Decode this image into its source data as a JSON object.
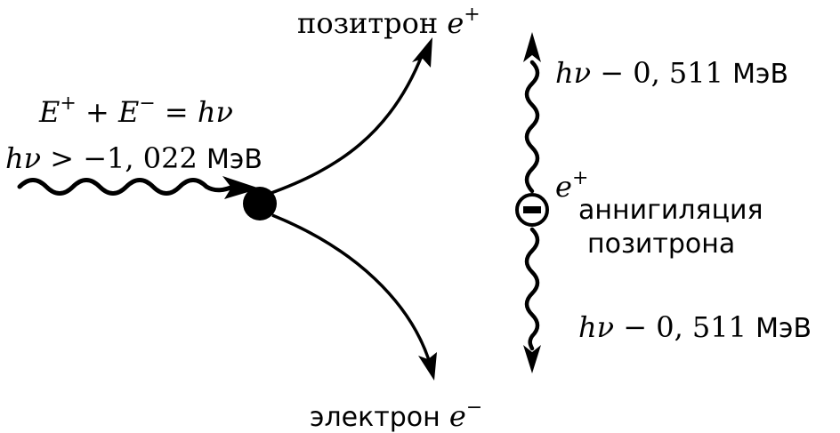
{
  "labels": {
    "positron": {
      "word": "позитрон",
      "symbol": "e",
      "charge": "+"
    },
    "electron": {
      "word": "электрон",
      "symbol": "e",
      "charge": "−"
    },
    "energy_sum": {
      "e1": "E",
      "c1": "+",
      "op1": "+",
      "e2": "E",
      "c2": "−",
      "eq": "=",
      "hnu": "hν"
    },
    "threshold": {
      "hnu": "hν",
      "rel": ">",
      "value": "−1, 022",
      "unit": "МэВ"
    },
    "top_photon": {
      "hnu": "hν",
      "rest": "− 0, 511",
      "unit": "МэВ"
    },
    "bottom_photon": {
      "hnu": "hν",
      "rest": "− 0, 511",
      "unit": "МэВ"
    },
    "annihilation_positron": {
      "symbol": "e",
      "charge": "+"
    },
    "annihilation_text": {
      "line1": "аннигиляция",
      "line2": "позитрона"
    }
  },
  "colors": {
    "ink": "#000000",
    "background": "#ffffff"
  }
}
